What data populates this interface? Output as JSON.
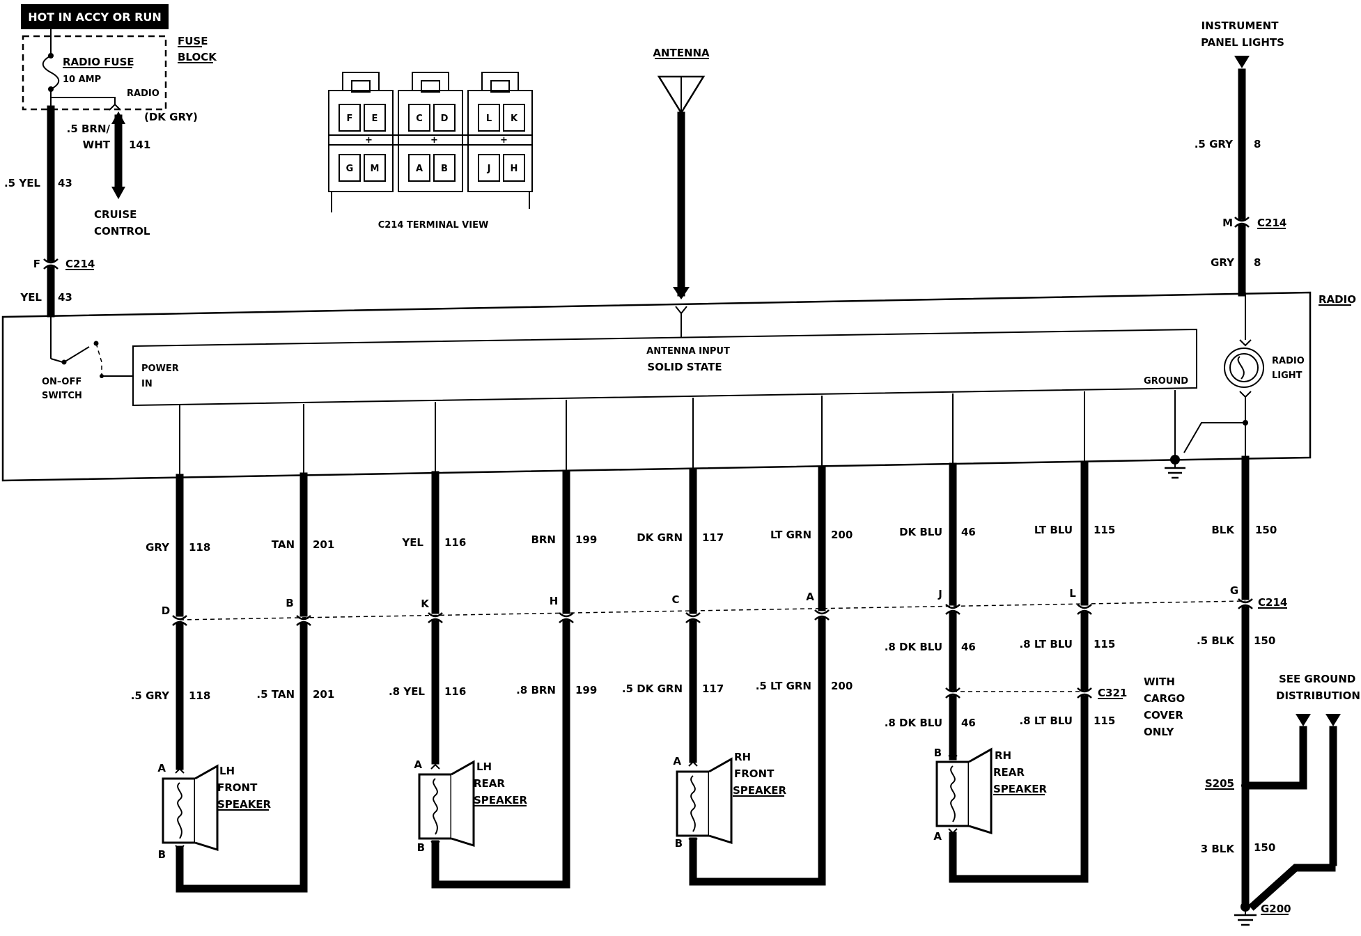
{
  "header": {
    "hot_label": "HOT IN ACCY OR RUN"
  },
  "fuse_block": {
    "title_1": "FUSE",
    "title_2": "BLOCK",
    "fuse_name": "RADIO FUSE",
    "fuse_rating": "10 AMP",
    "radio_tap": "RADIO",
    "dk_gry": "(DK GRY)"
  },
  "left_circuit": {
    "yel_gauge": ".5 YEL",
    "yel_circuit": "43",
    "brn_gauge_1": ".5 BRN/",
    "brn_gauge_2": "WHT",
    "brn_circuit": "141",
    "cruise_1": "CRUISE",
    "cruise_2": "CONTROL",
    "conn_pin": "F",
    "conn_name": "C214",
    "yel2_color": "YEL",
    "yel2_circuit": "43"
  },
  "terminal_view": {
    "caption": "C214 TERMINAL VIEW",
    "top_row": [
      "F",
      "E",
      "C",
      "D",
      "L",
      "K"
    ],
    "bottom_row": [
      "G",
      "M",
      "A",
      "B",
      "J",
      "H"
    ]
  },
  "antenna": {
    "label": "ANTENNA"
  },
  "panel_lights": {
    "label_1": "INSTRUMENT",
    "label_2": "PANEL LIGHTS",
    "gauge": ".5 GRY",
    "circuit": "8",
    "conn_pin": "M",
    "conn_name": "C214",
    "color2": "GRY",
    "circuit2": "8"
  },
  "radio": {
    "label": "RADIO",
    "switch_1": "ON–OFF",
    "switch_2": "SWITCH",
    "power_1": "POWER",
    "power_2": "IN",
    "antenna_input": "ANTENNA INPUT",
    "solid_state": "SOLID STATE",
    "ground": "GROUND",
    "light_1": "RADIO",
    "light_2": "LIGHT"
  },
  "upper_wires": [
    {
      "color": "GRY",
      "circuit": "118"
    },
    {
      "color": "TAN",
      "circuit": "201"
    },
    {
      "color": "YEL",
      "circuit": "116"
    },
    {
      "color": "BRN",
      "circuit": "199"
    },
    {
      "color": "DK GRN",
      "circuit": "117"
    },
    {
      "color": "LT GRN",
      "circuit": "200"
    },
    {
      "color": "DK BLU",
      "circuit": "46"
    },
    {
      "color": "LT BLU",
      "circuit": "115"
    },
    {
      "color": "BLK",
      "circuit": "150"
    }
  ],
  "c214_pins": [
    "D",
    "B",
    "K",
    "H",
    "C",
    "A",
    "J",
    "L",
    "G"
  ],
  "c214_label": "C214",
  "lower_wires": [
    {
      "color": ".5 GRY",
      "circuit": "118"
    },
    {
      "color": ".5 TAN",
      "circuit": "201"
    },
    {
      "color": ".8 YEL",
      "circuit": "116"
    },
    {
      "color": ".8 BRN",
      "circuit": "199"
    },
    {
      "color": ".5 DK GRN",
      "circuit": "117"
    },
    {
      "color": ".5 LT GRN",
      "circuit": "200"
    },
    {
      "color": ".8 DK BLU",
      "circuit": "46"
    },
    {
      "color": ".8 LT BLU",
      "circuit": "115"
    },
    {
      "color": ".5 BLK",
      "circuit": "150"
    }
  ],
  "c321": {
    "name": "C321",
    "dk_blu": ".8 DK BLU",
    "dk_blu_circuit": "46",
    "lt_blu": ".8 LT BLU",
    "lt_blu_circuit": "115",
    "note": [
      "WITH",
      "CARGO",
      "COVER",
      "ONLY"
    ]
  },
  "speakers": [
    {
      "line1": "LH",
      "line2": "FRONT",
      "line3": "SPEAKER",
      "top_pin": "A",
      "bottom_pin": "B"
    },
    {
      "line1": "LH",
      "line2": "REAR",
      "line3": "SPEAKER",
      "top_pin": "A",
      "bottom_pin": "B"
    },
    {
      "line1": "RH",
      "line2": "FRONT",
      "line3": "SPEAKER",
      "top_pin": "A",
      "bottom_pin": "B"
    },
    {
      "line1": "RH",
      "line2": "REAR",
      "line3": "SPEAKER",
      "top_pin": "B",
      "bottom_pin": "A"
    }
  ],
  "ground": {
    "see_1": "SEE GROUND",
    "see_2": "DISTRIBUTION",
    "splice": "S205",
    "gauge": "3 BLK",
    "circuit": "150",
    "ground_point": "G200"
  }
}
